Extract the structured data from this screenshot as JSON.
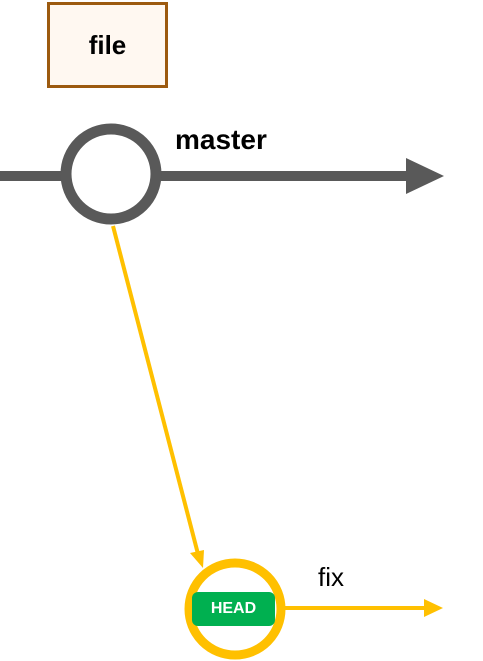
{
  "file_box": {
    "label": "file"
  },
  "branches": {
    "master": {
      "label": "master"
    },
    "fix": {
      "label": "fix"
    }
  },
  "head_badge": {
    "label": "HEAD"
  },
  "colors": {
    "master_line": "#595959",
    "fix_line": "#ffc000",
    "file_border": "#9c5a0f",
    "file_fill": "#fff8f1",
    "head_fill": "#00b050",
    "head_text": "#ffffff"
  }
}
